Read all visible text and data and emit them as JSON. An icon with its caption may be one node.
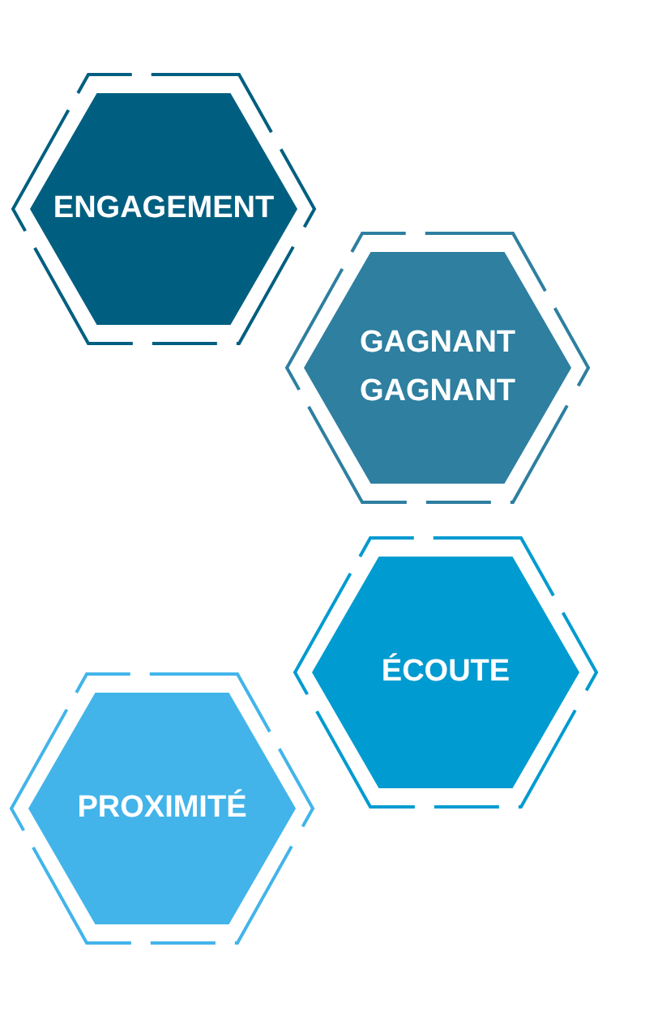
{
  "diagram": {
    "nodes": [
      {
        "text": [
          "ENGAGEMENT"
        ]
      },
      {
        "text": [
          "GAGNANT GAGNANT"
        ]
      },
      {
        "text": [
          "ÉCOUTE"
        ]
      },
      {
        "text": [
          "PROXIMITÉ"
        ]
      }
    ]
  }
}
